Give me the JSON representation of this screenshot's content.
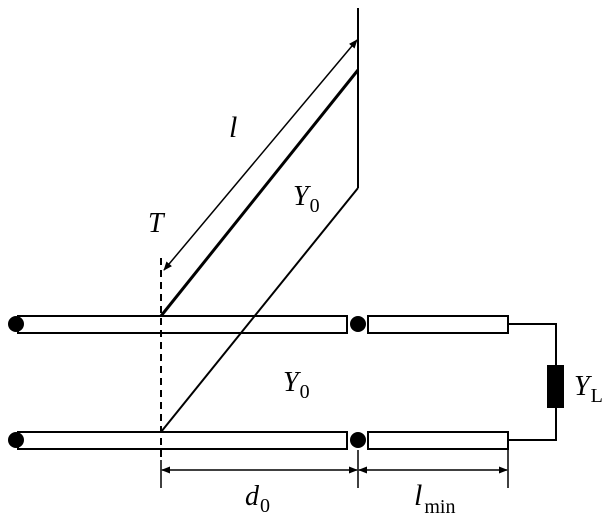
{
  "labels": {
    "stub_length": "l",
    "ref_plane": "T",
    "stub_admittance_main": "Y",
    "stub_admittance_sub": "0",
    "line_admittance_main": "Y",
    "line_admittance_sub": "0",
    "load_main": "Y",
    "load_sub": "L",
    "distance_main": "d",
    "distance_sub": "0",
    "lmin_main": "l",
    "lmin_sub": "min"
  }
}
